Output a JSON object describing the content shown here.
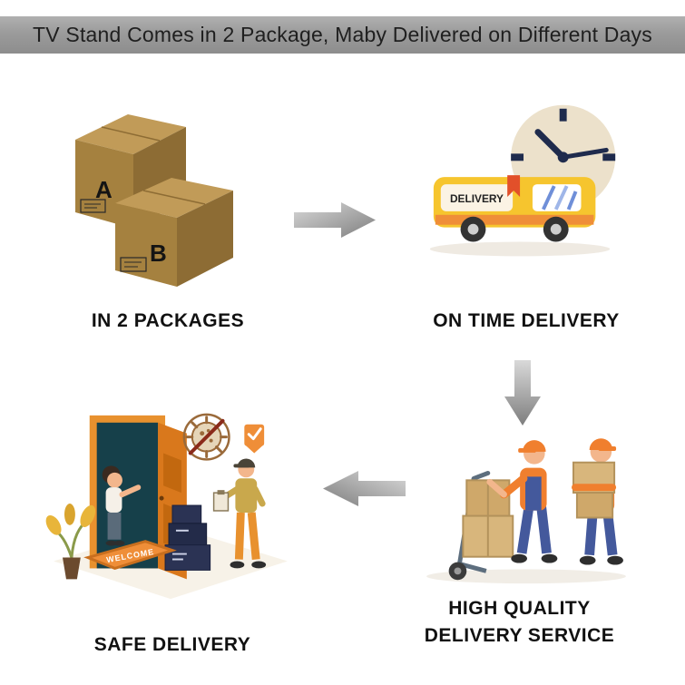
{
  "banner": {
    "title": "TV Stand Comes in 2 Package, Maby Delivered on Different Days"
  },
  "packages": {
    "caption": "IN 2 PACKAGES",
    "box_a_label": "A",
    "box_b_label": "B"
  },
  "on_time": {
    "caption": "ON TIME DELIVERY",
    "van_text": "DELIVERY"
  },
  "service": {
    "caption_line1": "HIGH QUALITY",
    "caption_line2": "DELIVERY SERVICE"
  },
  "safe": {
    "caption": "SAFE DELIVERY",
    "mat_text": "WELCOME"
  },
  "icons": {
    "flow_arrows": [
      "arrow-right",
      "arrow-down",
      "arrow-left"
    ],
    "clock": "clock-icon",
    "virus_prohibited": "virus-crossed-icon",
    "quality_check": "check-badge-icon"
  },
  "colors": {
    "banner_gray": "#9b9b9b",
    "box_tan_top": "#c19b58",
    "box_tan_front": "#a5813f",
    "box_tan_side": "#8d6c34",
    "van_yellow": "#f6c52e",
    "accent_orange": "#ef8e38",
    "ribbon_red": "#e2502a",
    "overall_blue": "#44599c",
    "clock_cream": "#ece1cb",
    "navy": "#1f2b4d",
    "arrow_gray_light": "#d9d9d9",
    "arrow_gray_dark": "#7e7e7e"
  }
}
